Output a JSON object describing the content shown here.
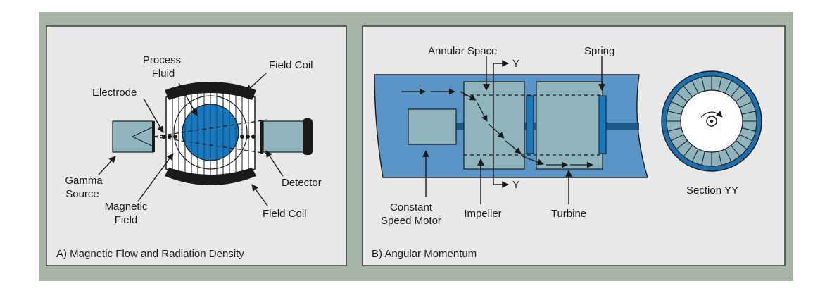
{
  "panel_a": {
    "caption": "A) Magnetic Flow and Radiation Density",
    "labels": {
      "process_fluid_1": "Process",
      "process_fluid_2": "Fluid",
      "field_coil_top": "Field Coil",
      "electrode": "Electrode",
      "gamma_1": "Gamma",
      "gamma_2": "Source",
      "magnetic_1": "Magnetic",
      "magnetic_2": "Field",
      "detector": "Detector",
      "field_coil_bottom": "Field Coil"
    }
  },
  "panel_b": {
    "caption": "B) Angular Momentum",
    "labels": {
      "annular_space": "Annular Space",
      "y_top": "Y",
      "y_bottom": "Y",
      "spring": "Spring",
      "motor_1": "Constant",
      "motor_2": "Speed Motor",
      "impeller": "Impeller",
      "turbine": "Turbine",
      "section": "Section YY"
    }
  },
  "colors": {
    "frame_bg": "#a6b5a8",
    "panel_bg": "#e8e8e8",
    "pipe_blue": "#5b95c8",
    "component_teal": "#8fb4be",
    "fluid_blue": "#1a78bd",
    "dark": "#1a1a1a"
  }
}
